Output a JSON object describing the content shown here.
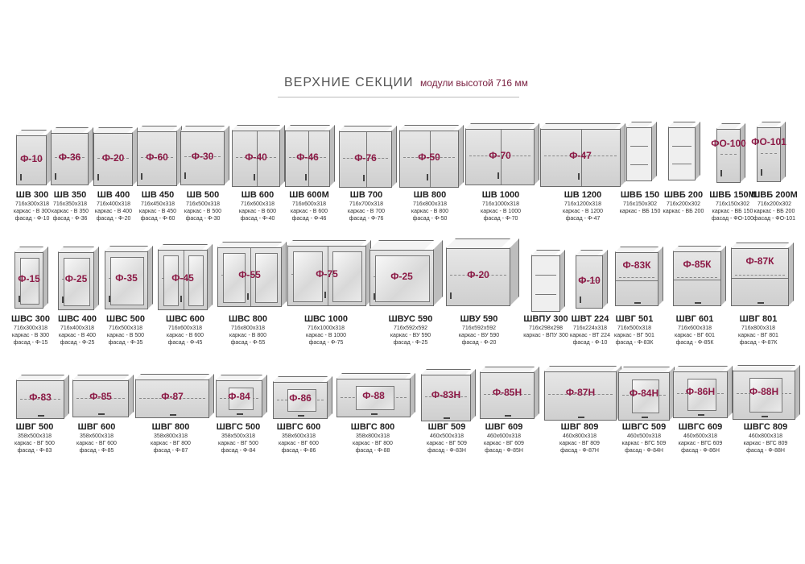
{
  "title": {
    "main": "ВЕРХНИЕ СЕКЦИИ",
    "sub": "модули высотой 716 мм"
  },
  "rows": [
    [
      {
        "name": "ШВ 300",
        "dim": "716x300x318",
        "frame": "каркас - В 300",
        "face": "фасад - Ф-10",
        "facade": "Ф-10"
      },
      {
        "name": "ШВ 350",
        "dim": "716x350x318",
        "frame": "каркас - В 350",
        "face": "фасад - Ф-36",
        "facade": "Ф-36"
      },
      {
        "name": "ШВ 400",
        "dim": "716x400x318",
        "frame": "каркас - В 400",
        "face": "фасад - Ф-20",
        "facade": "Ф-20"
      },
      {
        "name": "ШВ 450",
        "dim": "716x450x318",
        "frame": "каркас - В 450",
        "face": "фасад - Ф-60",
        "facade": "Ф-60"
      },
      {
        "name": "ШВ 500",
        "dim": "716x500x318",
        "frame": "каркас - В 500",
        "face": "фасад - Ф-30",
        "facade": "Ф-30"
      },
      {
        "name": "ШВ 600",
        "dim": "716x600x318",
        "frame": "каркас - В 600",
        "face": "фасад - Ф-40",
        "facade": "Ф-40"
      },
      {
        "name": "ШВ 600М",
        "dim": "716x600x318",
        "frame": "каркас - В 600",
        "face": "фасад - Ф-46",
        "facade": "Ф-46"
      },
      {
        "name": "ШВ 700",
        "dim": "716x700x318",
        "frame": "каркас - В 700",
        "face": "фасад - Ф-76",
        "facade": "Ф-76"
      },
      {
        "name": "ШВ 800",
        "dim": "716x800x318",
        "frame": "каркас - В 800",
        "face": "фасад - Ф-50",
        "facade": "Ф-50"
      },
      {
        "name": "ШВ 1000",
        "dim": "716x1000x318",
        "frame": "каркас - В 1000",
        "face": "фасад - Ф-70",
        "facade": "Ф-70"
      },
      {
        "name": "ШВ 1200",
        "dim": "716x1200x318",
        "frame": "каркас - В 1200",
        "face": "фасад - Ф-47",
        "facade": "Ф-47"
      },
      {
        "name": "ШВБ 150",
        "dim": "716x150x302",
        "frame": "каркас - ВБ 150",
        "face": "",
        "facade": ""
      },
      {
        "name": "ШВБ 200",
        "dim": "716x200x302",
        "frame": "каркас - ВБ 200",
        "face": "",
        "facade": ""
      },
      {
        "name": "ШВБ 150М",
        "dim": "716x150x302",
        "frame": "каркас - ВБ 150",
        "face": "фасад - ФО-100",
        "facade": "ФО-100"
      },
      {
        "name": "ШВБ 200М",
        "dim": "716x200x302",
        "frame": "каркас - ВБ 200",
        "face": "фасад - ФО-101",
        "facade": "ФО-101"
      }
    ],
    [
      {
        "name": "ШВС 300",
        "dim": "716x300x318",
        "frame": "каркас - В 300",
        "face": "фасад - Ф-15",
        "facade": "Ф-15"
      },
      {
        "name": "ШВС 400",
        "dim": "716x400x318",
        "frame": "каркас - В 400",
        "face": "фасад - Ф-25",
        "facade": "Ф-25"
      },
      {
        "name": "ШВС 500",
        "dim": "716x500x318",
        "frame": "каркас - В 500",
        "face": "фасад - Ф-35",
        "facade": "Ф-35"
      },
      {
        "name": "ШВС 600",
        "dim": "716x600x318",
        "frame": "каркас - В 600",
        "face": "фасад - Ф-45",
        "facade": "Ф-45"
      },
      {
        "name": "ШВС 800",
        "dim": "716x800x318",
        "frame": "каркас - В 800",
        "face": "фасад - Ф-55",
        "facade": "Ф-55"
      },
      {
        "name": "ШВС 1000",
        "dim": "716x1000x318",
        "frame": "каркас - В 1000",
        "face": "фасад - Ф-75",
        "facade": "Ф-75"
      },
      {
        "name": "ШВУС 590",
        "dim": "716x592x592",
        "frame": "каркас - ВУ 590",
        "face": "фасад - Ф-25",
        "facade": "Ф-25"
      },
      {
        "name": "ШВУ 590",
        "dim": "716x592x592",
        "frame": "каркас - ВУ 590",
        "face": "фасад - Ф-20",
        "facade": "Ф-20"
      },
      {
        "name": "ШВПУ 300",
        "dim": "716x298x298",
        "frame": "каркас - ВПУ 300",
        "face": "",
        "facade": ""
      },
      {
        "name": "ШВТ 224",
        "dim": "716x224x318",
        "frame": "каркас - ВТ 224",
        "face": "фасад - Ф-10",
        "facade": "Ф-10"
      },
      {
        "name": "ШВГ 501",
        "dim": "716x500x318",
        "frame": "каркас - ВГ 501",
        "face": "фасад - Ф-83К",
        "facade": "Ф-83К"
      },
      {
        "name": "ШВГ 601",
        "dim": "716x600x318",
        "frame": "каркас - ВГ 601",
        "face": "фасад - Ф-85К",
        "facade": "Ф-85К"
      },
      {
        "name": "ШВГ 801",
        "dim": "716x800x318",
        "frame": "каркас - ВГ 801",
        "face": "фасад - Ф-87К",
        "facade": "Ф-87К"
      }
    ],
    [
      {
        "name": "ШВГ 500",
        "dim": "358x500x318",
        "frame": "каркас - ВГ 500",
        "face": "фасад - Ф-83",
        "facade": "Ф-83"
      },
      {
        "name": "ШВГ 600",
        "dim": "358x600x318",
        "frame": "каркас - ВГ 600",
        "face": "фасад - Ф-85",
        "facade": "Ф-85"
      },
      {
        "name": "ШВГ 800",
        "dim": "358x800x318",
        "frame": "каркас - ВГ 800",
        "face": "фасад - Ф-87",
        "facade": "Ф-87"
      },
      {
        "name": "ШВГС 500",
        "dim": "358x500x318",
        "frame": "каркас - ВГ 500",
        "face": "фасад - Ф-84",
        "facade": "Ф-84"
      },
      {
        "name": "ШВГС 600",
        "dim": "358x600x318",
        "frame": "каркас - ВГ 600",
        "face": "фасад - Ф-86",
        "facade": "Ф-86"
      },
      {
        "name": "ШВГС 800",
        "dim": "358x800x318",
        "frame": "каркас - ВГ 800",
        "face": "фасад - Ф-88",
        "facade": "Ф-88"
      },
      {
        "name": "ШВГ 509",
        "dim": "460x500x318",
        "frame": "каркас - ВГ 509",
        "face": "фасад - Ф-83Н",
        "facade": "Ф-83Н"
      },
      {
        "name": "ШВГ 609",
        "dim": "460x600x318",
        "frame": "каркас - ВГ 609",
        "face": "фасад - Ф-85Н",
        "facade": "Ф-85Н"
      },
      {
        "name": "ШВГ 809",
        "dim": "460x800x318",
        "frame": "каркас - ВГ 809",
        "face": "фасад - Ф-87Н",
        "facade": "Ф-87Н"
      },
      {
        "name": "ШВГС 509",
        "dim": "460x500x318",
        "frame": "каркас - ВГС 509",
        "face": "фасад - Ф-84Н",
        "facade": "Ф-84Н"
      },
      {
        "name": "ШВГС 609",
        "dim": "460x600x318",
        "frame": "каркас - ВГС 609",
        "face": "фасад - Ф-86Н",
        "facade": "Ф-86Н"
      },
      {
        "name": "ШВГС 809",
        "dim": "460x800x318",
        "frame": "каркас - ВГС 809",
        "face": "фасад - Ф-88Н",
        "facade": "Ф-88Н"
      }
    ]
  ]
}
